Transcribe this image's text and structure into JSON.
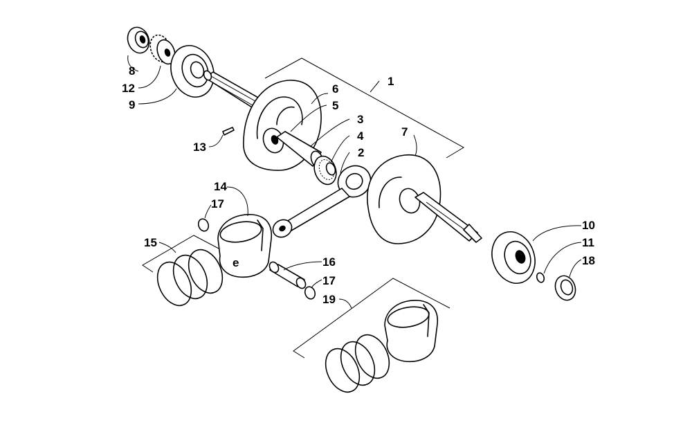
{
  "callouts": {
    "c1": "1",
    "c2": "2",
    "c3": "3",
    "c4": "4",
    "c5": "5",
    "c6": "6",
    "c7": "7",
    "c8": "8",
    "c9": "9",
    "c10": "10",
    "c11": "11",
    "c12": "12",
    "c13": "13",
    "c14": "14",
    "c15": "15",
    "c16": "16",
    "c17a": "17",
    "c17b": "17",
    "c18": "18",
    "c19": "19"
  }
}
